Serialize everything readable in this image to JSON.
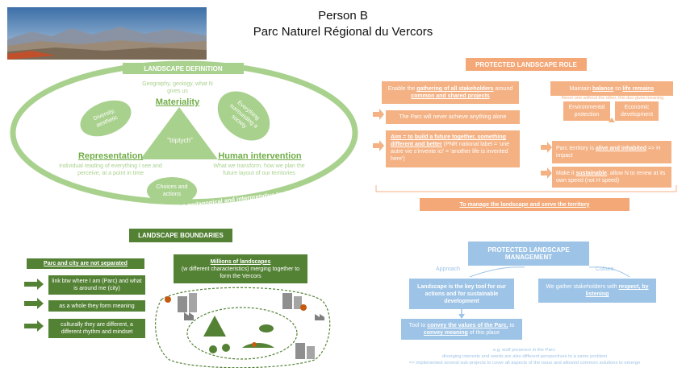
{
  "header": {
    "line1": "Person B",
    "line2": "Parc Naturel Régional du Vercors"
  },
  "definition": {
    "badge": "LANDSCAPE DEFINITION",
    "top_text": "Geography, geology, what N gives us",
    "materiality": "Materiality",
    "diversity": "Diversity, aesthetic",
    "everything": "Everything surrounding a society",
    "triptych": "\"triptych\"",
    "representation": "Representation",
    "representation_text": "Individual reading of everything I see and perceive, at a point in time",
    "human": "Human intervention",
    "human_text": "What we transform, how we plan the future layout of our territories",
    "choices": "Choices and actions",
    "arc_text": "An expression of life as well as a pedagogical and interpretative tool"
  },
  "boundaries": {
    "badge": "LANDSCAPE BOUNDARIES",
    "left_header": "Parc and city are not separated",
    "items": [
      "link btw where I am (Parc) and what is around me (city)",
      "as a whole they form meaning",
      "culturally they are different, a different rhythm and mindset"
    ],
    "right_title": "Millions of landscapes",
    "right_sub": "(w different characteristics) merging together to form the Vercors"
  },
  "role": {
    "badge": "PROTECTED LANDSCAPE ROLE",
    "gather_pre": "Enable the ",
    "gather_u1": "gathering of all stakeholders",
    "gather_mid": " around ",
    "gather_u2": "common and shared projects",
    "never": "The Parc will never achieve anything alone",
    "aim_u": "Aim = to build a future together, something different and better",
    "aim_rest": " (PNR national label = 'une autre vie s'invente ici' = 'another life is invented here')",
    "balance_pre": "Maintain ",
    "balance_u1": "balance",
    "balance_mid": " so ",
    "balance_u2": "life remains",
    "balance_note": "Never one without the other, this duo gives meaning",
    "env": "Environmental protection",
    "econ": "Economic development",
    "alive_pre": "Parc territory is ",
    "alive_u": "alive and inhabited",
    "alive_post": " => H impact",
    "sust_pre": "Make it ",
    "sust_u": "sustainable",
    "sust_post": ", allow N to renew at its own speed (not H speed)",
    "bottom": "To manage the landscape and serve the territory"
  },
  "management": {
    "badge": "PROTECTED LANDSCAPE MANAGEMENT",
    "approach": "Approach",
    "culture": "Culture",
    "key_tool": "Landscape is the key tool for our actions and for sustainable development",
    "gather_pre": "We gather stakeholders with ",
    "gather_u": "respect, by listening",
    "tool_pre": "Tool to ",
    "tool_u1": "convey the values of the Parc,",
    "tool_mid": " to ",
    "tool_u2": "convey meaning",
    "tool_post": " of this place",
    "note1": "e.g. wolf presence in the Parc:",
    "note2": "diverging interests and needs are also different perspectives to a same problem",
    "note3": "=> implemented several sub-projects to cover all aspects of the issue and allowed common solutions to emerge"
  },
  "colors": {
    "orange": "#f4b183",
    "green": "#548235",
    "light_green": "#a9d18e",
    "blue": "#9dc3e6"
  }
}
